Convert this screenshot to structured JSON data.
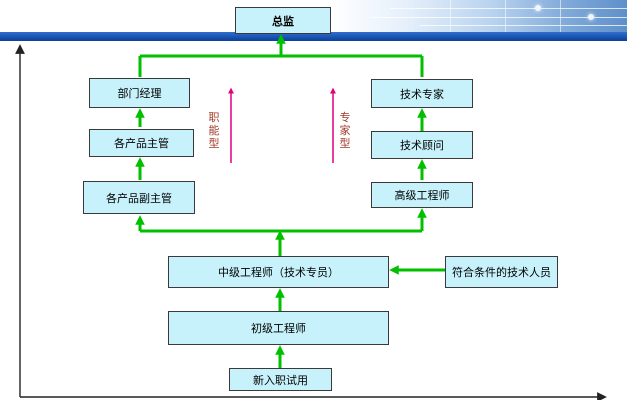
{
  "nodes": {
    "director": "总监",
    "dept_manager": "部门经理",
    "product_manager": "各产品主管",
    "deputy_product_manager": "各产品副主管",
    "tech_expert": "技术专家",
    "tech_consultant": "技术顾问",
    "senior_engineer": "高级工程师",
    "mid_engineer": "中级工程师（技术专员）",
    "qualified_tech_staff": "符合条件的技术人员",
    "junior_engineer": "初级工程师",
    "new_hire_probation": "新入职试用"
  },
  "tracks": {
    "functional": "职能型",
    "expert": "专家型"
  },
  "colors": {
    "box_fill": "#c7f2fb",
    "arrow_green": "#00c000",
    "track_arrow": "#e0007a",
    "track_text": "#a23b2a",
    "header_bar": "#0b3f9a"
  }
}
